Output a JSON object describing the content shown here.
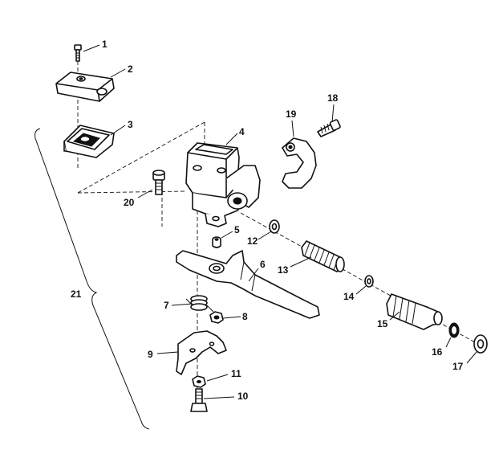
{
  "diagram": {
    "callouts": [
      {
        "id": "1",
        "text": "1"
      },
      {
        "id": "2",
        "text": "2"
      },
      {
        "id": "3",
        "text": "3"
      },
      {
        "id": "4",
        "text": "4"
      },
      {
        "id": "5",
        "text": "5"
      },
      {
        "id": "6",
        "text": "6"
      },
      {
        "id": "7",
        "text": "7"
      },
      {
        "id": "8",
        "text": "8"
      },
      {
        "id": "9",
        "text": "9"
      },
      {
        "id": "10",
        "text": "10"
      },
      {
        "id": "11",
        "text": "11"
      },
      {
        "id": "12",
        "text": "12"
      },
      {
        "id": "13",
        "text": "13"
      },
      {
        "id": "14",
        "text": "14"
      },
      {
        "id": "15",
        "text": "15"
      },
      {
        "id": "16",
        "text": "16"
      },
      {
        "id": "17",
        "text": "17"
      },
      {
        "id": "18",
        "text": "18"
      },
      {
        "id": "19",
        "text": "19"
      },
      {
        "id": "20",
        "text": "20"
      },
      {
        "id": "21",
        "text": "21"
      }
    ],
    "colors": {
      "line": "#111111",
      "background": "#ffffff"
    }
  }
}
